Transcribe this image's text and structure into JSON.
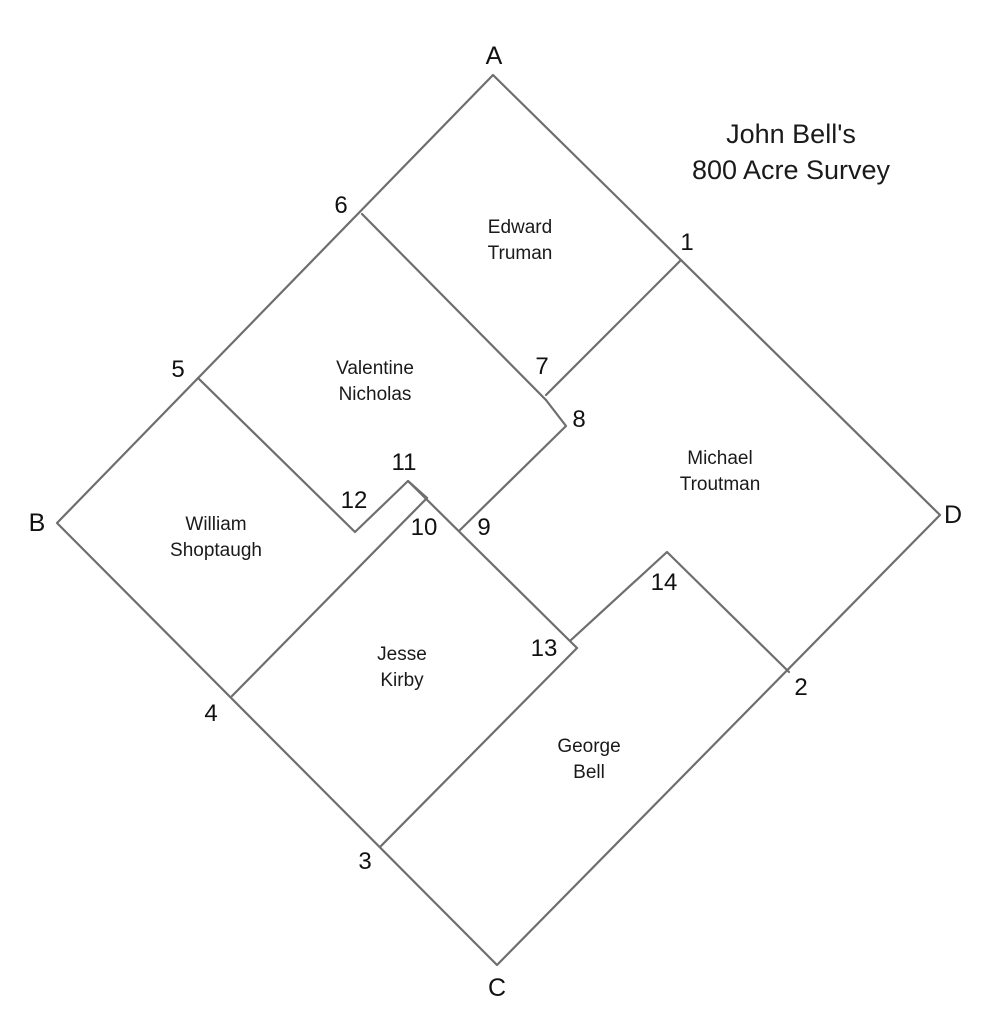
{
  "title": {
    "line1": "John Bell's",
    "line2": "800 Acre Survey"
  },
  "corners": {
    "A": "A",
    "B": "B",
    "C": "C",
    "D": "D"
  },
  "points": {
    "p1": "1",
    "p2": "2",
    "p3": "3",
    "p4": "4",
    "p5": "5",
    "p6": "6",
    "p7": "7",
    "p8": "8",
    "p9": "9",
    "p10": "10",
    "p11": "11",
    "p12": "12",
    "p13": "13",
    "p14": "14"
  },
  "parcels": {
    "edward_truman": {
      "line1": "Edward",
      "line2": "Truman"
    },
    "valentine_nicholas": {
      "line1": "Valentine",
      "line2": "Nicholas"
    },
    "michael_troutman": {
      "line1": "Michael",
      "line2": "Troutman"
    },
    "william_shoptaugh": {
      "line1": "William",
      "line2": "Shoptaugh"
    },
    "jesse_kirby": {
      "line1": "Jesse",
      "line2": "Kirby"
    },
    "george_bell": {
      "line1": "George",
      "line2": "Bell"
    }
  },
  "colors": {
    "line": "#6e6e6e",
    "text": "#111111",
    "background": "#ffffff"
  }
}
